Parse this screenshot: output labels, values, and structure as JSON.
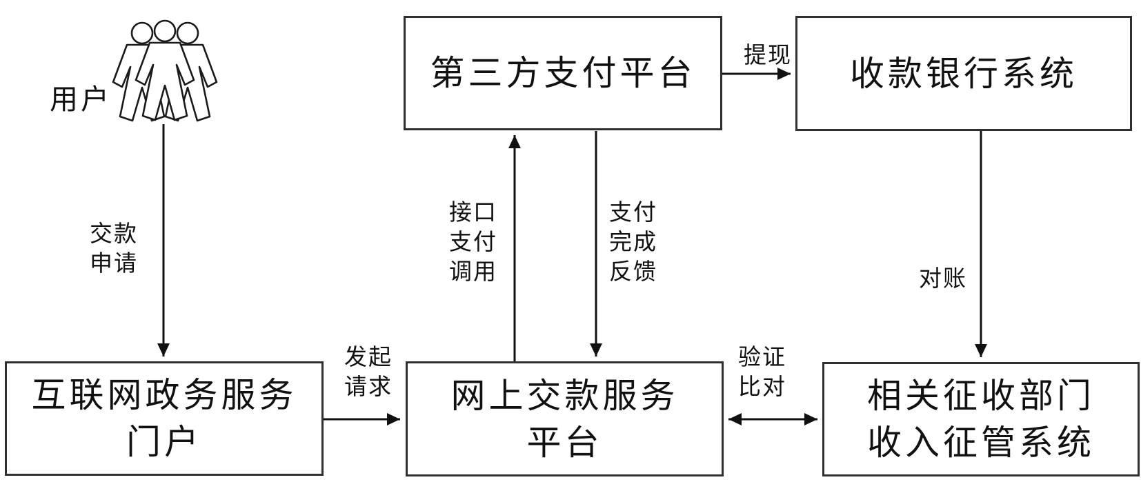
{
  "diagram": {
    "colors": {
      "background": "#ffffff",
      "line": "#111111",
      "box_border": "#2f2f2f"
    },
    "nodes": {
      "user": {
        "label": "用户",
        "icon": "users-icon"
      },
      "portal": {
        "lines": [
          "互联网政务服务",
          "门户"
        ]
      },
      "online_payment": {
        "lines": [
          "网上交款服务",
          "平台"
        ]
      },
      "third_party": {
        "lines": [
          "第三方支付平台"
        ]
      },
      "bank": {
        "lines": [
          "收款银行系统"
        ]
      },
      "collection": {
        "lines": [
          "相关征收部门",
          "收入征管系统"
        ]
      }
    },
    "edges": {
      "payment_request": {
        "from": "user",
        "to": "portal",
        "lines": [
          "交款",
          "申请"
        ]
      },
      "initiate_request": {
        "from": "portal",
        "to": "online_payment",
        "lines": [
          "发起",
          "请求"
        ]
      },
      "interface_call": {
        "from": "online_payment",
        "to": "third_party",
        "lines": [
          "接口",
          "支付",
          "调用"
        ]
      },
      "payment_feedback": {
        "from": "third_party",
        "to": "online_payment",
        "lines": [
          "支付",
          "完成",
          "反馈"
        ]
      },
      "withdraw": {
        "from": "third_party",
        "to": "bank",
        "label": "提现"
      },
      "reconciliation": {
        "from": "bank",
        "to": "collection",
        "label": "对账"
      },
      "verify_compare": {
        "from": "online_payment",
        "to": "collection",
        "lines": [
          "验证",
          "比对"
        ],
        "bidirectional": true
      }
    }
  }
}
